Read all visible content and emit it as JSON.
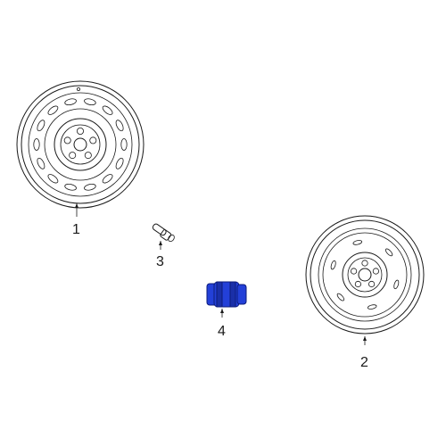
{
  "callouts": {
    "part_1": "1",
    "part_2": "2",
    "part_3": "3",
    "part_4": "4"
  },
  "colors": {
    "line": "#1a1a1a",
    "highlight": "#2340d8",
    "background": "#ffffff"
  },
  "highlighted_part": "4"
}
